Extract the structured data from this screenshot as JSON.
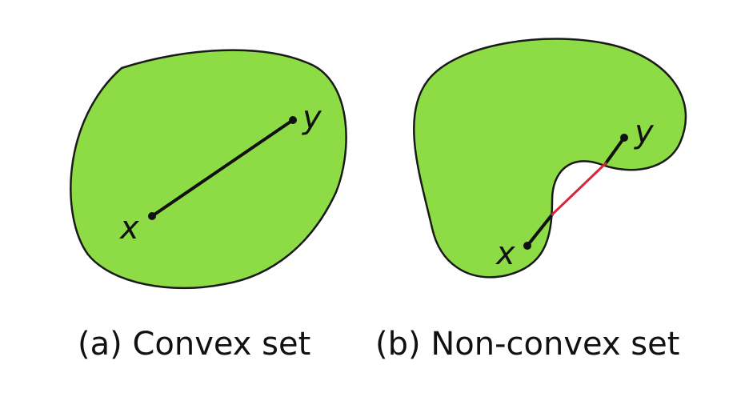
{
  "colors": {
    "region_fill": "#8edc45",
    "region_stroke": "#1a1a1a",
    "segment_inside": "#111111",
    "segment_outside": "#d8263c"
  },
  "panel_a": {
    "caption": "(a) Convex set",
    "point_x_label": "x",
    "point_y_label": "y"
  },
  "panel_b": {
    "caption": "(b) Non-convex set",
    "point_x_label": "x",
    "point_y_label": "y"
  }
}
